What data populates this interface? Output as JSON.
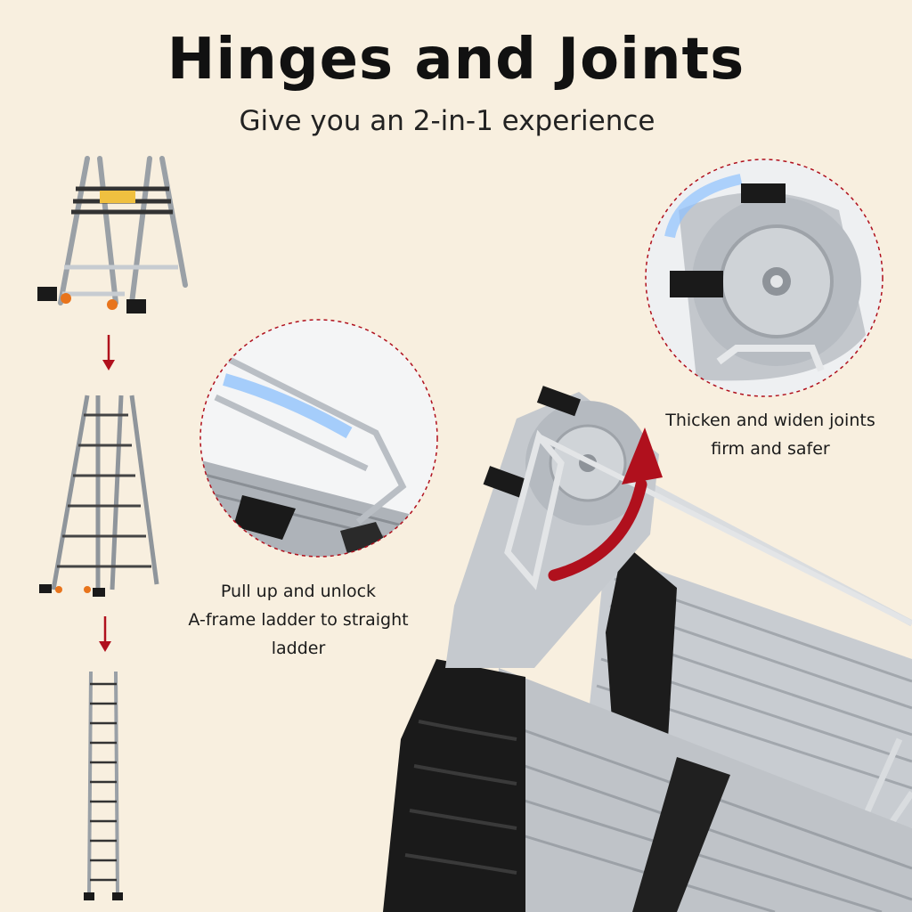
{
  "header": {
    "title": "Hinges and Joints",
    "subtitle": "Give you an 2-in-1 experience"
  },
  "captions": {
    "joint_line1": "Thicken and widen joints",
    "joint_line2": "firm and safer",
    "unlock_line1": "Pull up and unlock",
    "unlock_line2": "A-frame ladder to straight ladder"
  },
  "colors": {
    "background": "#f8efdf",
    "accent_red": "#b0101d",
    "aluminum": "#c9cdd2",
    "rubber": "#1c1c1c"
  },
  "icons": [
    "down-arrow-icon",
    "rotate-arrow-icon"
  ]
}
